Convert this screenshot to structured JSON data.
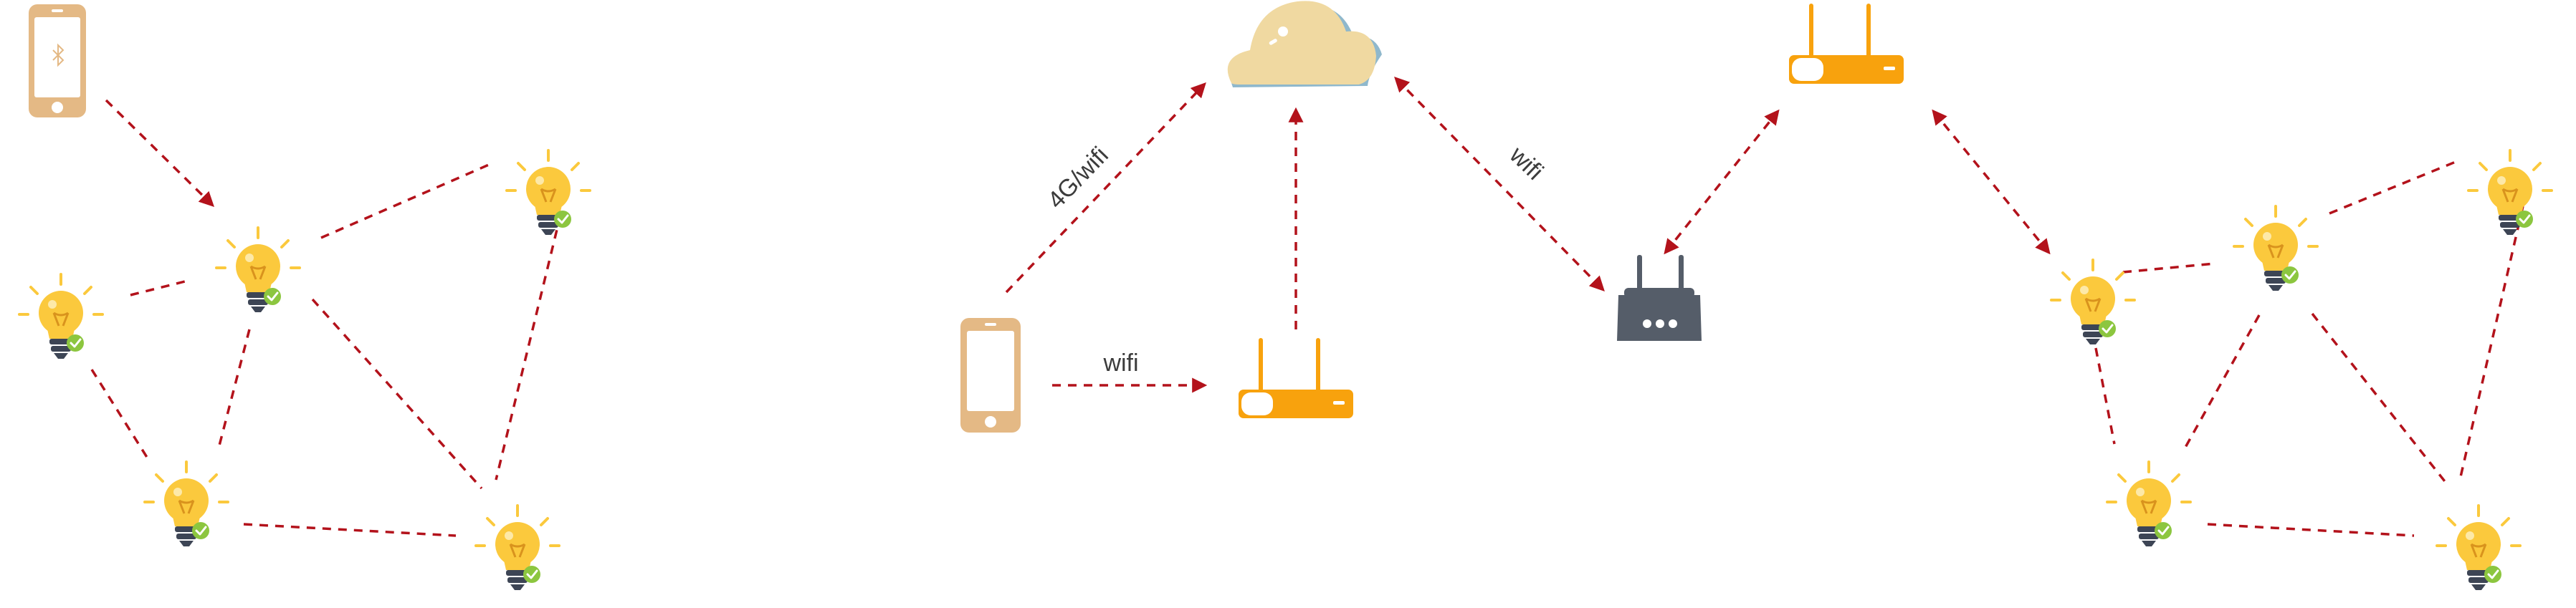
{
  "labels": {
    "phone_to_cloud": "4G/wifi",
    "phone_to_router": "wifi",
    "cloud_to_gateway": "wifi"
  },
  "colors": {
    "link_red": "#b3121b",
    "bulb_yellow": "#fbc93d",
    "bulb_base": "#3d4555",
    "phone_tan": "#e4b985",
    "router_orange": "#f8a20d",
    "cloud_cream": "#f0d9a1",
    "cloud_shadow": "#8fb8cc",
    "gateway_grey": "#555d69",
    "check_green": "#8cc63f"
  },
  "icons": {
    "bluetooth_phone": "phone-bluetooth-icon",
    "bulb": "light-bulb-icon",
    "cloud": "cloud-icon",
    "router": "wifi-router-icon",
    "gateway": "gateway-icon",
    "phone": "smartphone-icon"
  }
}
